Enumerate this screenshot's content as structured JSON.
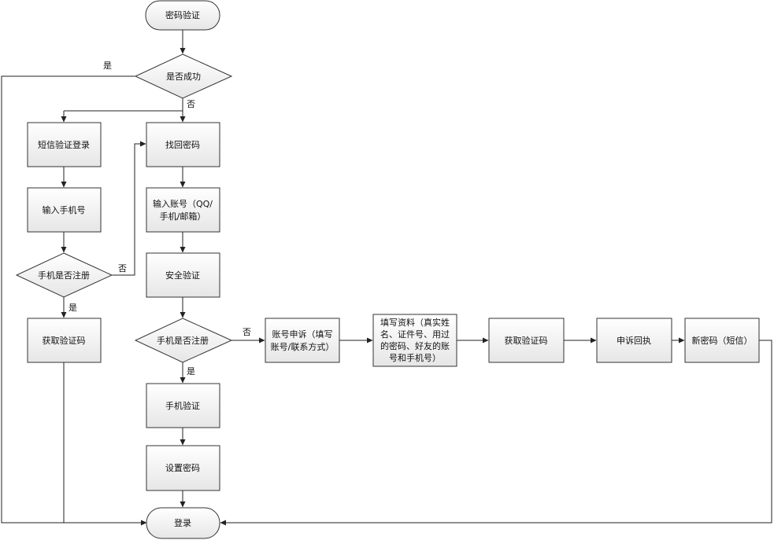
{
  "colors": {
    "node_fill_top": "#ffffff",
    "node_fill_bottom": "#e6e6e6",
    "stroke": "#333333",
    "edge": "#222222"
  },
  "nodes": {
    "start": "密码验证",
    "success_check": "是否成功",
    "sms_login": "短信验证登录",
    "enter_phone": "输入手机号",
    "phone_registered_left": "手机是否注册",
    "get_code_left": "获取验证码",
    "retrieve_password": "找回密码",
    "enter_account": [
      "输入账号（QQ/",
      "手机/邮箱）"
    ],
    "security_verify": "安全验证",
    "phone_registered_mid": "手机是否注册",
    "phone_verify": "手机验证",
    "set_password": "设置密码",
    "login": "登录",
    "account_appeal": [
      "账号申诉（填写",
      "账号/联系方式）"
    ],
    "fill_info": [
      "填写资料（真实姓",
      "名、证件号、用过",
      "的密码、好友的账",
      "号和手机号）"
    ],
    "get_code_right": "获取验证码",
    "appeal_receipt": "申诉回执",
    "new_password": "新密码（短信）"
  },
  "edge_labels": {
    "success_yes": "是",
    "success_no": "否",
    "left_reg_no": "否",
    "left_reg_yes": "是",
    "mid_reg_no": "否",
    "mid_reg_yes": "是"
  }
}
